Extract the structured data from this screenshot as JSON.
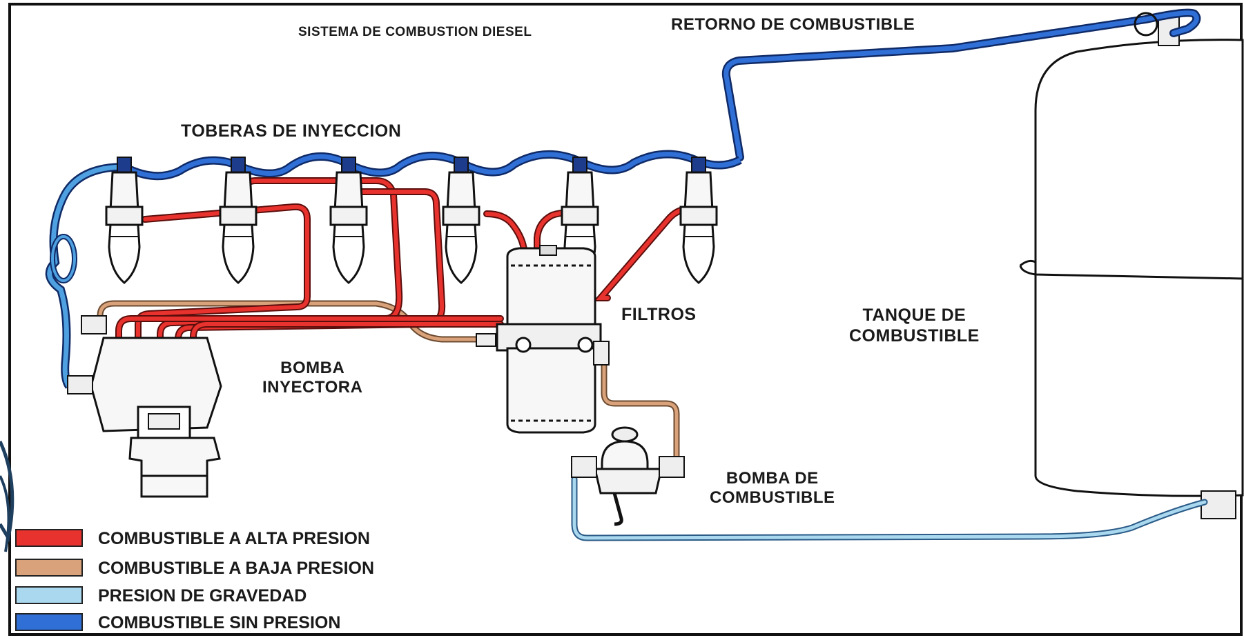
{
  "title": "SISTEMA DE COMBUSTION DIESEL",
  "labels": {
    "return_line": "RETORNO DE COMBUSTIBLE",
    "nozzles": "TOBERAS DE INYECCION",
    "filters": "FILTROS",
    "tank_line1": "TANQUE DE",
    "tank_line2": "COMBUSTIBLE",
    "injection_pump_line1": "BOMBA",
    "injection_pump_line2": "INYECTORA",
    "fuel_pump_line1": "BOMBA DE",
    "fuel_pump_line2": "COMBUSTIBLE"
  },
  "legend": [
    {
      "label": "COMBUSTIBLE A ALTA PRESION",
      "color": "#e8322d"
    },
    {
      "label": "COMBUSTIBLE A BAJA PRESION",
      "color": "#d9a27a"
    },
    {
      "label": "PRESION DE GRAVEDAD",
      "color": "#a9d8ef"
    },
    {
      "label": "COMBUSTIBLE SIN PRESION",
      "color": "#2f6fd6"
    }
  ],
  "colors": {
    "high_pressure": "#e8322d",
    "low_pressure": "#d9a27a",
    "gravity": "#a9d8ef",
    "no_pressure": "#2f6fd6",
    "outline": "#1a1a1a"
  }
}
